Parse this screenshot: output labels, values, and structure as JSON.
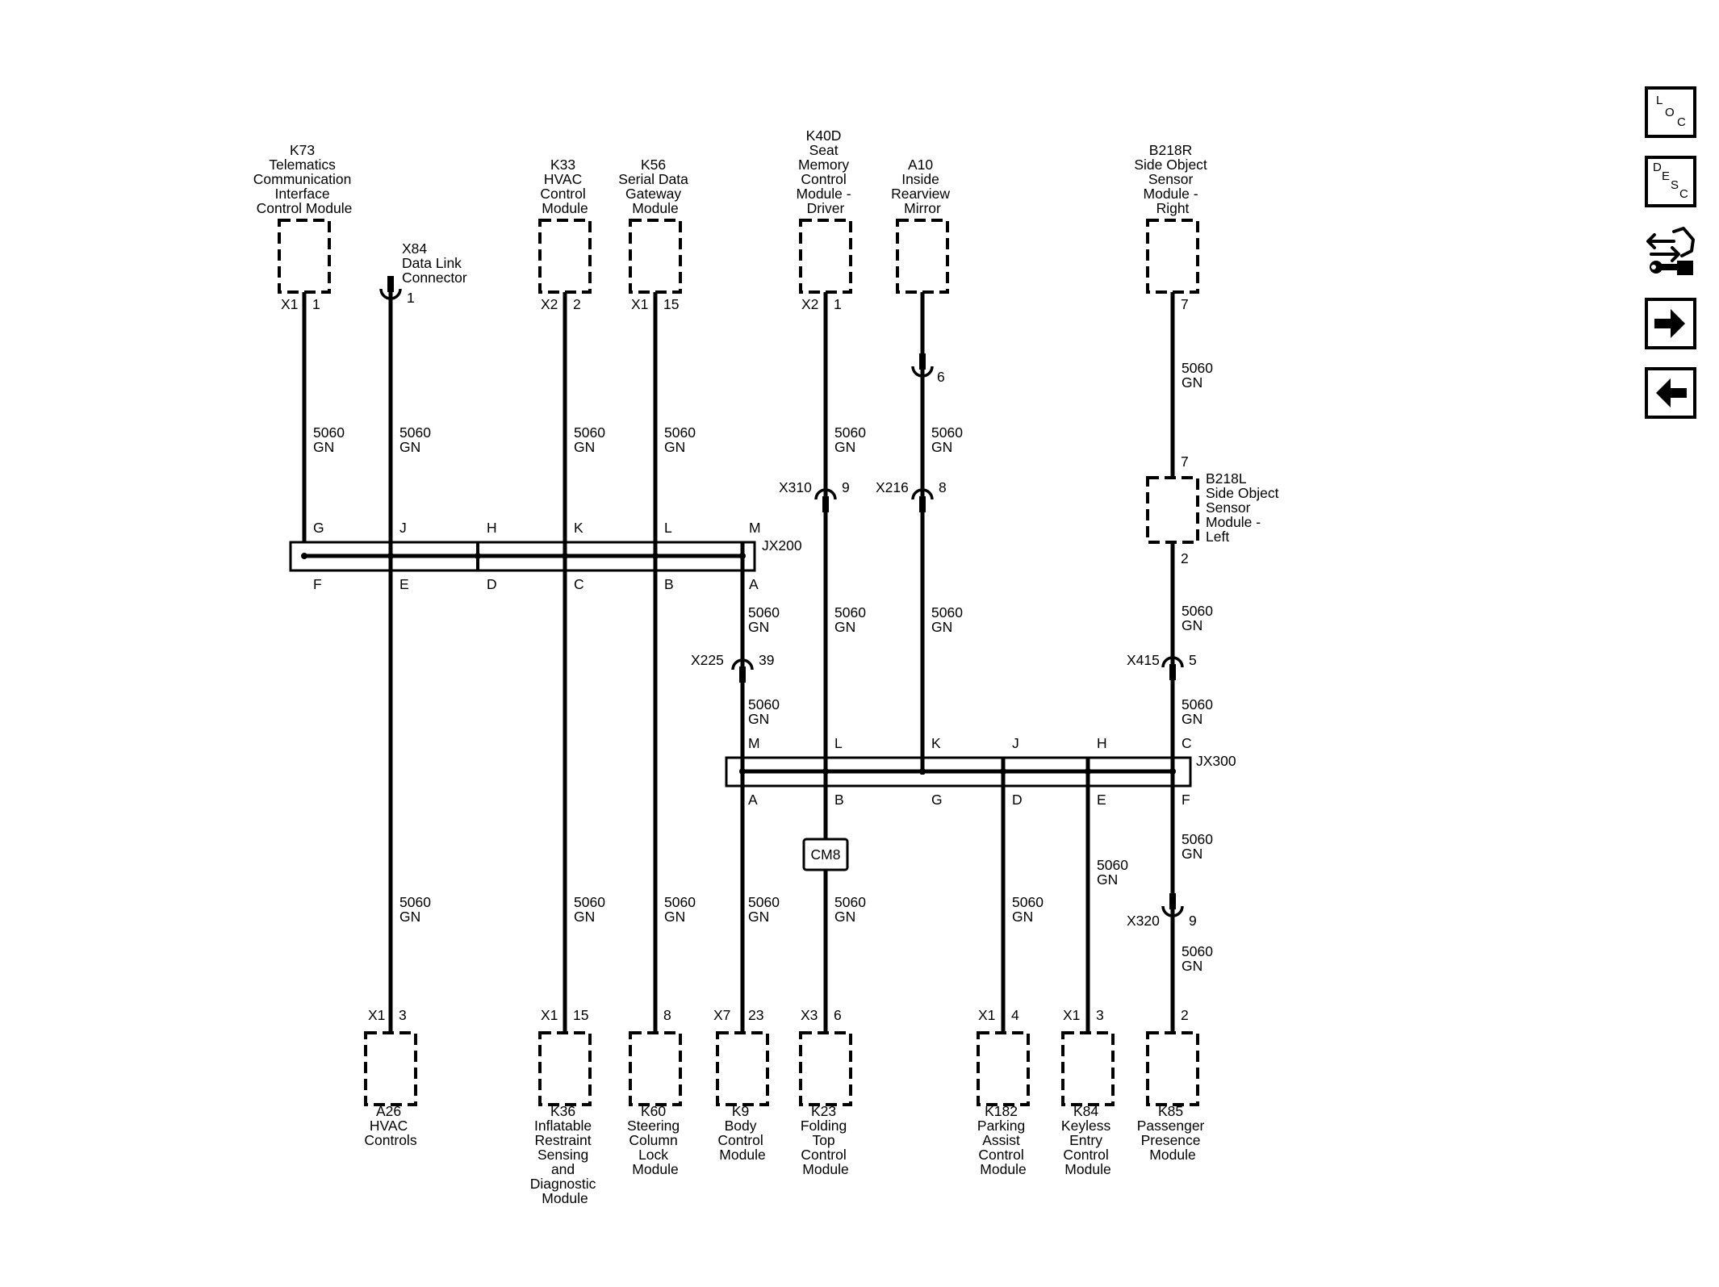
{
  "wire": {
    "circuit": "5060",
    "color": "GN"
  },
  "components": {
    "K73": [
      "K73",
      "Telematics",
      "Communication",
      "Interface",
      "Control Module"
    ],
    "X84": [
      "X84",
      "Data Link",
      "Connector"
    ],
    "K33": [
      "K33",
      "HVAC",
      "Control",
      "Module"
    ],
    "K56": [
      "K56",
      "Serial Data",
      "Gateway",
      "Module"
    ],
    "K40D": [
      "K40D",
      "Seat",
      "Memory",
      "Control",
      "Module -",
      "Driver"
    ],
    "A10": [
      "A10",
      "Inside",
      "Rearview",
      "Mirror"
    ],
    "B218R": [
      "B218R",
      "Side Object",
      "Sensor",
      "Module -",
      "Right"
    ],
    "B218L": [
      "B218L",
      "Side Object",
      "Sensor",
      "Module -",
      "Left"
    ],
    "A26": [
      "A26",
      "HVAC",
      "Controls"
    ],
    "K36": [
      "K36",
      "Inflatable",
      "Restraint",
      "Sensing",
      "and",
      "Diagnostic",
      "Module"
    ],
    "K60": [
      "K60",
      "Steering",
      "Column",
      "Lock",
      "Module"
    ],
    "K9": [
      "K9",
      "Body",
      "Control",
      "Module"
    ],
    "K23": [
      "K23",
      "Folding",
      "Top",
      "Control",
      "Module"
    ],
    "K182": [
      "K182",
      "Parking",
      "Assist",
      "Control",
      "Module"
    ],
    "K84": [
      "K84",
      "Keyless",
      "Entry",
      "Control",
      "Module"
    ],
    "K85": [
      "K85",
      "Passenger",
      "Presence",
      "Module"
    ]
  },
  "pins": {
    "k73_conn": "X1",
    "k73_pin": "1",
    "x84_pin": "1",
    "k33_conn": "X2",
    "k33_pin": "2",
    "k56_conn": "X1",
    "k56_pin": "15",
    "k40d_conn": "X2",
    "k40d_pin": "1",
    "a10_pin": "6",
    "b218r_pin": "7",
    "b218l_in_pin": "7",
    "b218l_out_pin": "2",
    "a26_conn": "X1",
    "a26_pin": "3",
    "k36_conn": "X1",
    "k36_pin": "15",
    "k60_pin": "8",
    "k9_conn": "X7",
    "k9_pin": "23",
    "k23_conn": "X3",
    "k23_pin": "6",
    "k182_conn": "X1",
    "k182_pin": "4",
    "k84_conn": "X1",
    "k84_pin": "3",
    "k85_pin": "2"
  },
  "inline_connectors": {
    "x310": {
      "name": "X310",
      "pin": "9"
    },
    "x216": {
      "name": "X216",
      "pin": "8"
    },
    "x225": {
      "name": "X225",
      "pin": "39"
    },
    "x415": {
      "name": "X415",
      "pin": "5"
    },
    "x320": {
      "name": "X320",
      "pin": "9"
    }
  },
  "splices": {
    "jx200": {
      "name": "JX200",
      "top": [
        "G",
        "J",
        "H",
        "K",
        "L",
        "M"
      ],
      "bottom": [
        "F",
        "E",
        "D",
        "C",
        "B",
        "A"
      ]
    },
    "jx300": {
      "name": "JX300",
      "top": [
        "M",
        "L",
        "K",
        "J",
        "H",
        "C"
      ],
      "bottom": [
        "A",
        "B",
        "G",
        "D",
        "E",
        "F"
      ]
    }
  },
  "cm8": "CM8",
  "nav": {
    "loc": [
      "L",
      "O",
      "C"
    ],
    "desc": [
      "D",
      "E",
      "S",
      "C"
    ],
    "icons": [
      "connector-repair-icon",
      "arrow-right-icon",
      "arrow-left-icon"
    ]
  }
}
